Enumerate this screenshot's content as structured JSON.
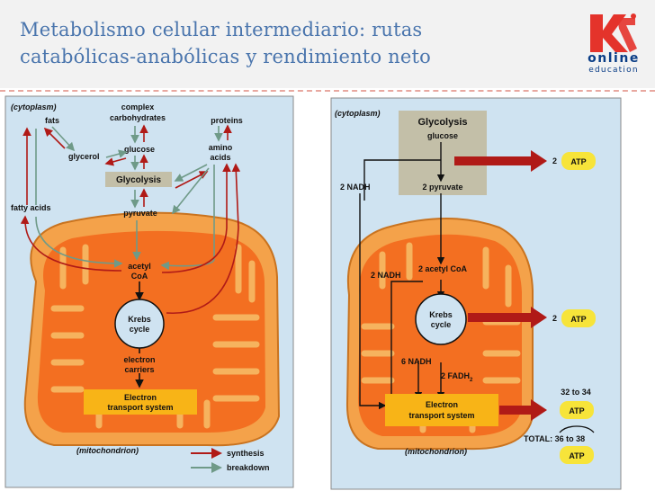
{
  "title": {
    "line1": "Metabolismo celular intermediario: rutas",
    "line2": "catabólicas-anabólicas y rendimiento neto"
  },
  "logo": {
    "brand_top": "online",
    "brand_bottom": "education"
  },
  "left": {
    "cytoplasm": "(cytoplasm)",
    "fats": "fats",
    "complex1": "complex",
    "complex2": "carbohydrates",
    "proteins": "proteins",
    "glycerol": "glycerol",
    "glucose": "glucose",
    "amino1": "amino",
    "amino2": "acids",
    "glycolysis": "Glycolysis",
    "fatty_acids": "fatty acids",
    "pyruvate": "pyruvate",
    "acetyl1": "acetyl",
    "acetyl2": "CoA",
    "krebs1": "Krebs",
    "krebs2": "cycle",
    "carriers1": "electron",
    "carriers2": "carriers",
    "ets1": "Electron",
    "ets2": "transport system",
    "mito": "(mitochondrion)",
    "legend_synthesis": "synthesis",
    "legend_breakdown": "breakdown"
  },
  "right": {
    "cytoplasm": "(cytoplasm)",
    "glycolysis": "Glycolysis",
    "glucose": "glucose",
    "nadh_2a": "2 NADH",
    "pyruvate": "2 pyruvate",
    "atp_2a": "2",
    "acetyl": "2 acetyl CoA",
    "nadh_2b": "2 NADH",
    "krebs1": "Krebs",
    "krebs2": "cycle",
    "atp_2b": "2",
    "nadh_6": "6 NADH",
    "fadh": "2 FADH",
    "fadh_sub": "2",
    "ets1": "Electron",
    "ets2": "transport system",
    "mito": "(mitochondrion)",
    "range": "32 to 34",
    "total": "TOTAL: 36 to 38",
    "atp": "ATP"
  },
  "colors": {
    "title": "#4a75ad",
    "cytoplasm": "#cfe3f1",
    "mito_outer": "#f4a24a",
    "mito_inner": "#f36f21",
    "synthesis": "#b01a17",
    "breakdown": "#6f9a88",
    "atp_box": "#f7e43a",
    "ets_box": "#f8b417",
    "glycolysis_box": "#c3bfa8",
    "logo_red": "#e4332b",
    "logo_blue": "#0a3d86"
  }
}
